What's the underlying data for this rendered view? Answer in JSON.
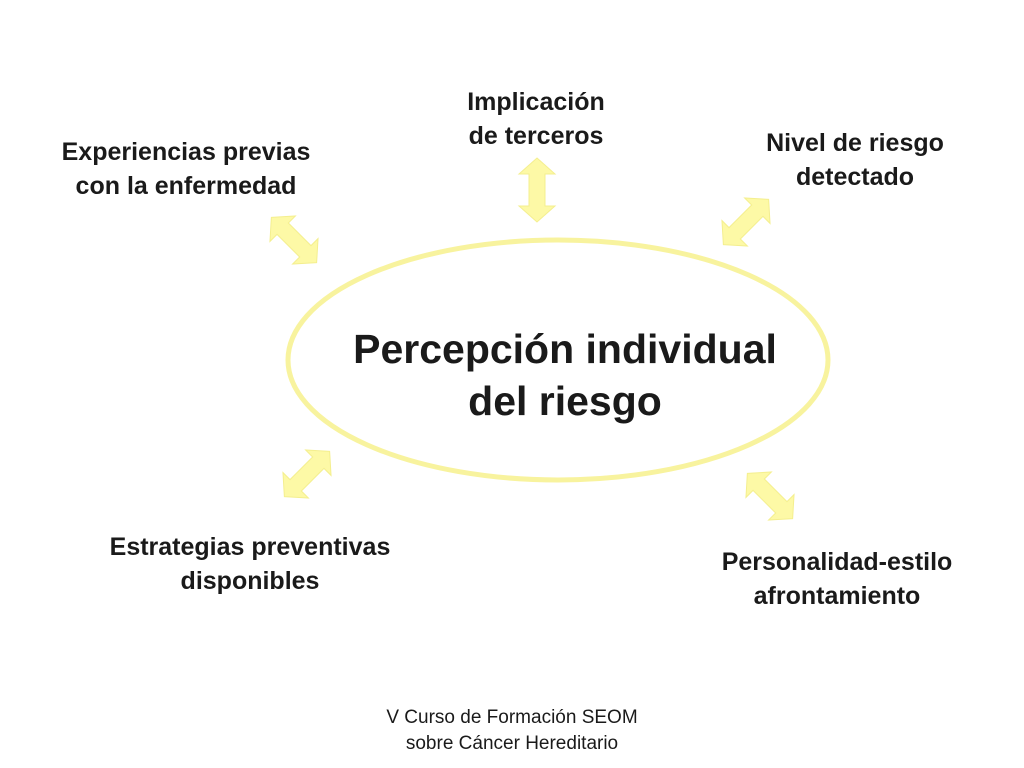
{
  "center": {
    "line1": "Percepción individual",
    "line2": "del riesgo"
  },
  "factors": [
    {
      "id": "implicacion",
      "line1": "Implicación",
      "line2": "de terceros"
    },
    {
      "id": "experiencias",
      "line1": "Experiencias previas",
      "line2": "con la enfermedad"
    },
    {
      "id": "nivel",
      "line1": "Nivel de riesgo",
      "line2": "detectado"
    },
    {
      "id": "estrategias",
      "line1": "Estrategias preventivas",
      "line2": "disponibles"
    },
    {
      "id": "personalidad",
      "line1": "Personalidad-estilo",
      "line2": "afrontamiento"
    }
  ],
  "footer": {
    "line1": "V Curso de Formación SEOM",
    "line2": "sobre Cáncer Hereditario"
  },
  "colors": {
    "arrow_fill": "#fdf9a6",
    "ellipse_stroke": "#f8f39e",
    "text": "#1a1a1a"
  },
  "icons": {
    "connector": "double-arrow-icon"
  }
}
